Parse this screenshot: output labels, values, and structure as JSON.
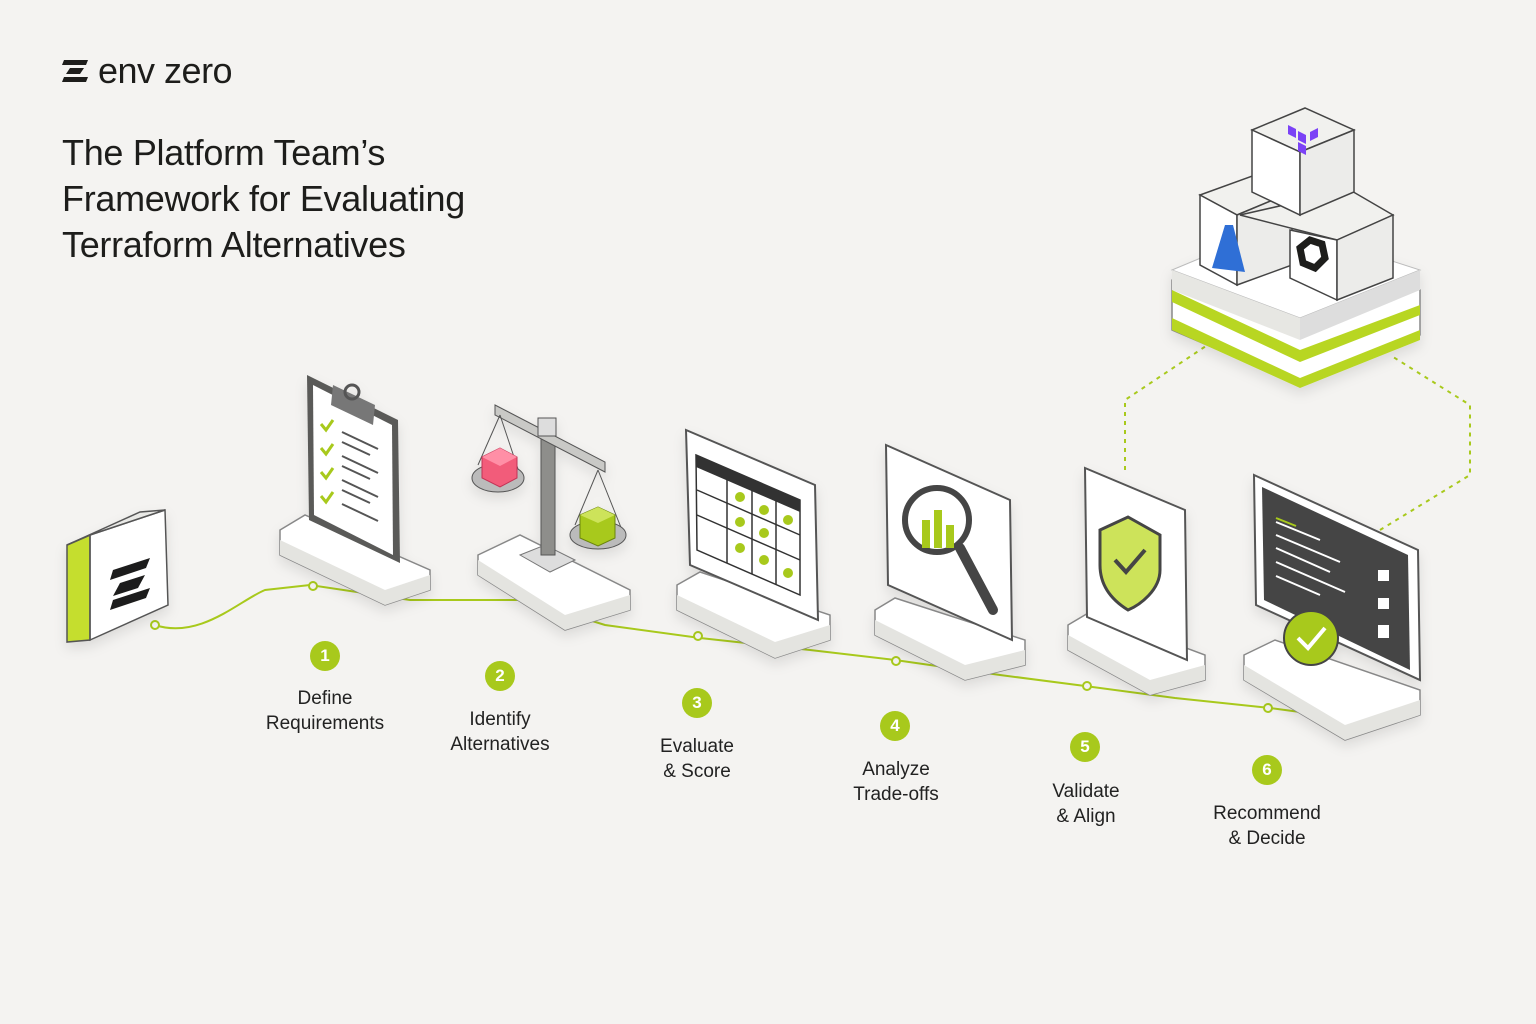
{
  "brand": {
    "name": "env zero",
    "accent": "#a8c91c"
  },
  "title_lines": [
    "The Platform Team’s",
    "Framework for Evaluating",
    "Terraform Alternatives"
  ],
  "steps": [
    {
      "number": "1",
      "line1": "Define",
      "line2": "Requirements",
      "icon": "clipboard-checklist-icon"
    },
    {
      "number": "2",
      "line1": "Identify",
      "line2": "Alternatives",
      "icon": "balance-scale-icon"
    },
    {
      "number": "3",
      "line1": "Evaluate",
      "line2": "& Score",
      "icon": "scoring-grid-icon"
    },
    {
      "number": "4",
      "line1": "Analyze",
      "line2": "Trade-offs",
      "icon": "magnifier-chart-icon"
    },
    {
      "number": "5",
      "line1": "Validate",
      "line2": "& Align",
      "icon": "shield-check-icon"
    },
    {
      "number": "6",
      "line1": "Recommend",
      "line2": "& Decide",
      "icon": "monitor-decision-icon"
    }
  ],
  "stack_icons": [
    "terraform-icon",
    "azure-icon",
    "opentofu-icon"
  ]
}
